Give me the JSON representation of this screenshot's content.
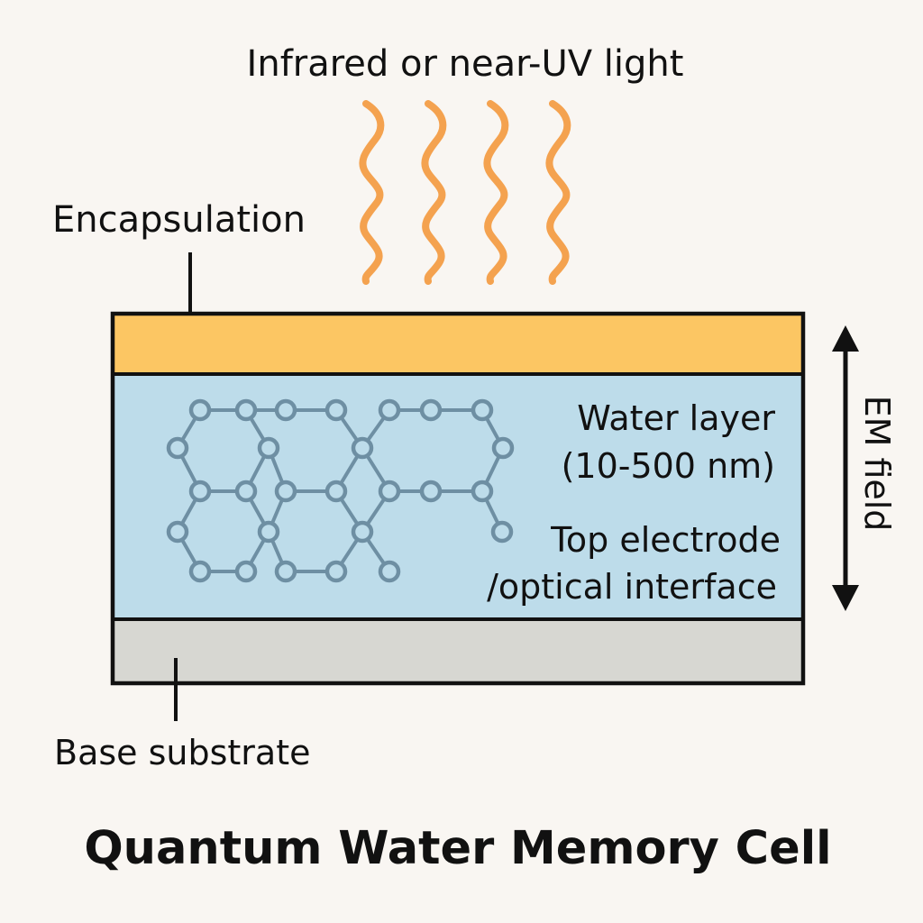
{
  "diagram": {
    "title": "Quantum Water Memory Cell",
    "light_label": "Infrared or near-UV light",
    "encapsulation_label": "Encapsulation",
    "base_label": "Base substrate",
    "water_label_line1": "Water layer",
    "water_label_line2": "(10-500 nm)",
    "electrode_label_line1": "Top electrode",
    "electrode_label_line2": "/optical interface",
    "field_label": "EM field",
    "wave_count": 4
  },
  "colors": {
    "background": "#f9f6f2",
    "encapsulation": "#fcc663",
    "water": "#bddcea",
    "substrate": "#d7d7d2",
    "outline": "#111111",
    "molecule": "#6e8fa3",
    "wave": "#f4a24f"
  }
}
